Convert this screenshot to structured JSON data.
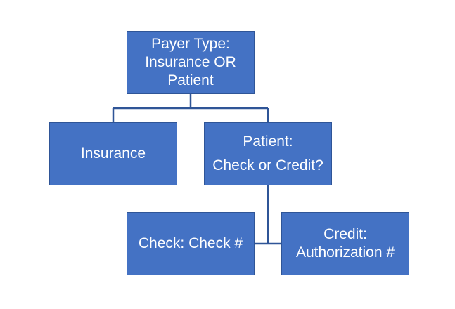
{
  "diagram": {
    "nodes": {
      "root": {
        "lines": [
          "Payer Type:",
          "Insurance OR",
          "Patient"
        ]
      },
      "insurance": {
        "lines": [
          "Insurance"
        ]
      },
      "patient": {
        "lines": [
          "Patient:",
          "Check or Credit?"
        ]
      },
      "check": {
        "lines": [
          "Check: Check #"
        ]
      },
      "credit": {
        "lines": [
          "Credit:",
          "Authorization #"
        ]
      }
    },
    "colors": {
      "node_fill": "#4472c4",
      "node_border": "#2f5597",
      "connector": "#2f5597",
      "text": "#ffffff"
    }
  }
}
